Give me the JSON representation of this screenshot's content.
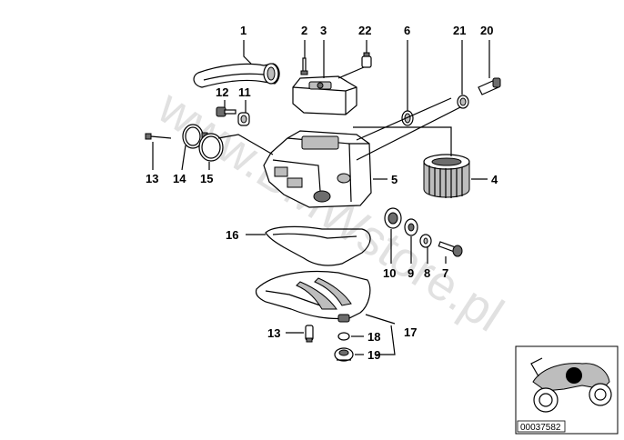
{
  "watermark": "www.BMWstore.pl",
  "diagram_code": "00037582",
  "labels": {
    "p1": "1",
    "p2": "2",
    "p3": "3",
    "p22": "22",
    "p6": "6",
    "p21": "21",
    "p20": "20",
    "p12": "12",
    "p11": "11",
    "p13a": "13",
    "p14": "14",
    "p15": "15",
    "p5": "5",
    "p4": "4",
    "p16": "16",
    "p10": "10",
    "p9": "9",
    "p8": "8",
    "p7": "7",
    "p13b": "13",
    "p18": "18",
    "p17": "17",
    "p19": "19"
  }
}
